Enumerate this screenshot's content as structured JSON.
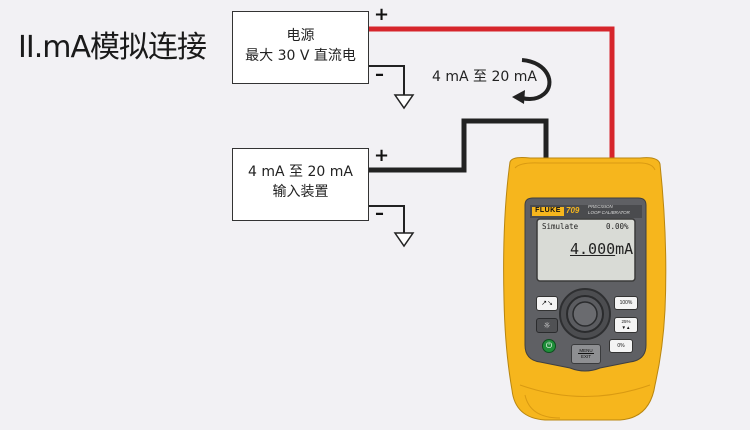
{
  "title": "II.mA模拟连接",
  "power_supply": {
    "line1": "电源",
    "line2": "最大  30 V 直流电",
    "plus": "+",
    "minus": "–"
  },
  "input_device": {
    "line1": "4 mA 至 20 mA",
    "line2": "输入装置",
    "plus": "+",
    "minus": "–"
  },
  "loop_label": "4 mA 至 20 mA",
  "calibrator": {
    "brand": "FLUKE",
    "model": "709",
    "subtitle1": "PRECISION",
    "subtitle2": "LOOP CALIBRATOR",
    "display": {
      "mode": "Simulate",
      "percent": "0.00%",
      "value": "4.000",
      "unit": "mA"
    },
    "buttons": {
      "ramp": "↗↘",
      "backlight": "☼",
      "power": "⏻",
      "b100": "100%",
      "b25": "25%",
      "b25_arrows": "▼▲",
      "b0": "0%",
      "menu": "MENU",
      "exit": "EXIT"
    }
  },
  "colors": {
    "red_wire": "#d6252b",
    "black_wire": "#222222",
    "case_yellow": "#f6b61d",
    "panel_gray": "#6e6f72",
    "lcd": "#d9dbd6"
  }
}
